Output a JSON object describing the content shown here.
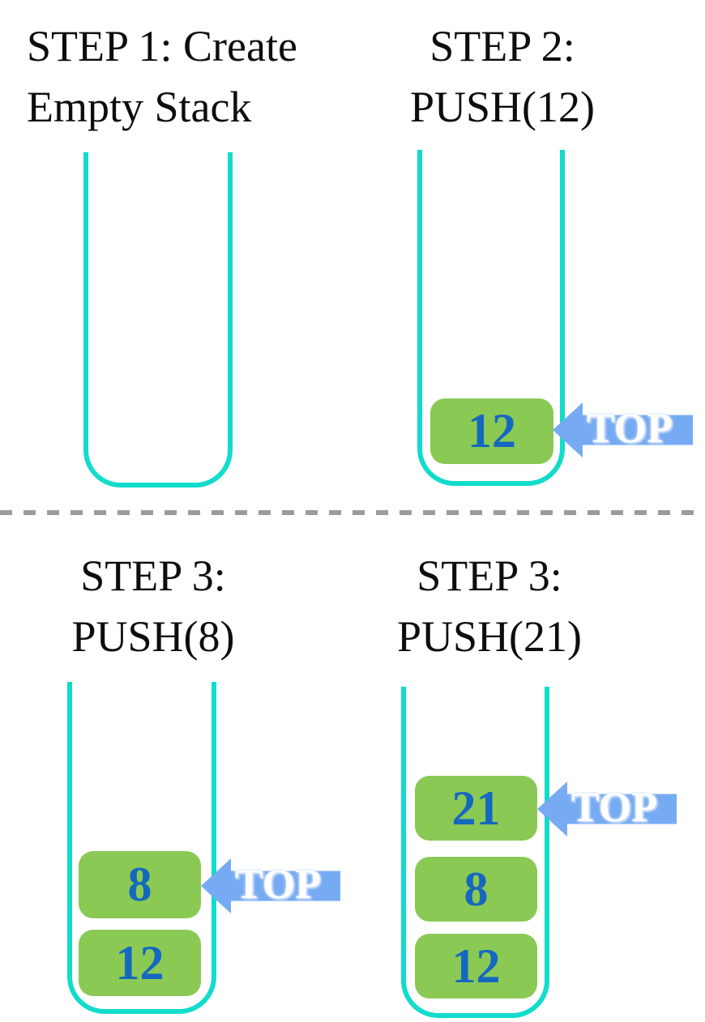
{
  "colors": {
    "cyan": "#12dccb",
    "green": "#8bc955",
    "digit_blue": "#1568c0",
    "arrow_blue": "#76abf3",
    "dash_gray": "#9b9b9b",
    "title_color": "#0d0d0d"
  },
  "panels": [
    {
      "title_line1": "STEP 1: Create",
      "title_line2": "Empty Stack",
      "stack_items": []
    },
    {
      "title_line1": "STEP 2:",
      "title_line2": "PUSH(12)",
      "stack_items": [
        "12"
      ],
      "top_label": "TOP"
    },
    {
      "title_line1": "STEP 3:",
      "title_line2": "PUSH(8)",
      "stack_items": [
        "8",
        "12"
      ],
      "top_label": "TOP"
    },
    {
      "title_line1": "STEP 3:",
      "title_line2": "PUSH(21)",
      "stack_items": [
        "21",
        "8",
        "12"
      ],
      "top_label": "TOP"
    }
  ]
}
